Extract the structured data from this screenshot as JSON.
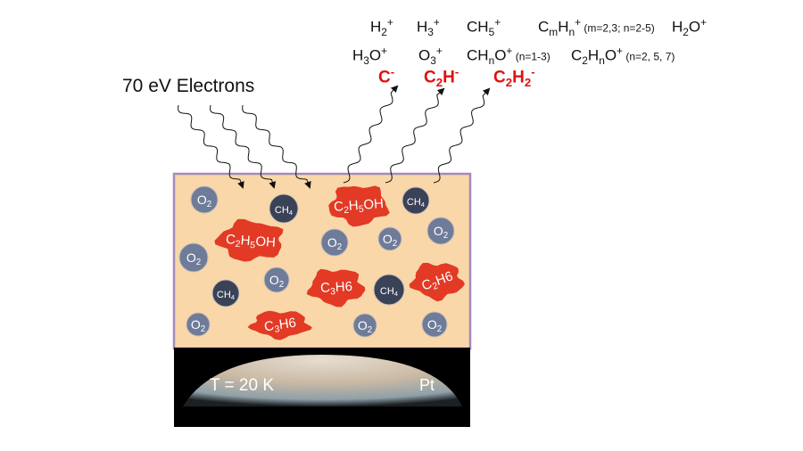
{
  "electrons_label": "70 eV Electrons",
  "cation_rows": [
    [
      [
        [
          "H",
          ""
        ],
        [
          "2",
          "sub"
        ],
        [
          "+",
          "sup"
        ]
      ],
      [
        [
          "H",
          ""
        ],
        [
          "3",
          "sub"
        ],
        [
          "+",
          "sup"
        ]
      ],
      [
        [
          "CH",
          ""
        ],
        [
          "5",
          "sub"
        ],
        [
          "+",
          "sup"
        ]
      ],
      [
        [
          "C",
          ""
        ],
        [
          "m",
          "sub"
        ],
        [
          "H",
          ""
        ],
        [
          "n",
          "sub"
        ],
        [
          "+",
          "sup"
        ],
        [
          " (m=2,3; n=2-5)",
          "note"
        ]
      ],
      [
        [
          "H",
          ""
        ],
        [
          "2",
          "sub"
        ],
        [
          "O",
          ""
        ],
        [
          "+",
          "sup"
        ]
      ]
    ],
    [
      [
        [
          "H",
          ""
        ],
        [
          "3",
          "sub"
        ],
        [
          "O",
          ""
        ],
        [
          "+",
          "sup"
        ]
      ],
      [
        [
          "O",
          ""
        ],
        [
          "3",
          "sub"
        ],
        [
          "+",
          "sup"
        ]
      ],
      [
        [
          "CH",
          ""
        ],
        [
          "n",
          "sub"
        ],
        [
          "O",
          ""
        ],
        [
          "+",
          "sup"
        ],
        [
          " (n=1-3)",
          "note"
        ]
      ],
      [
        [
          "C",
          ""
        ],
        [
          "2",
          "sub"
        ],
        [
          "H",
          ""
        ],
        [
          "n",
          "sub"
        ],
        [
          "O",
          ""
        ],
        [
          "+",
          "sup"
        ],
        [
          " (n=2, 5, 7)",
          "note"
        ]
      ]
    ]
  ],
  "anions": [
    [
      [
        "C",
        ""
      ],
      [
        "-",
        "sup"
      ]
    ],
    [
      [
        "C",
        ""
      ],
      [
        "2",
        "sub"
      ],
      [
        "H",
        ""
      ],
      [
        "-",
        "sup"
      ]
    ],
    [
      [
        "C",
        ""
      ],
      [
        "2",
        "sub"
      ],
      [
        "H",
        ""
      ],
      [
        "2",
        "sub"
      ],
      [
        "-",
        "sup"
      ]
    ]
  ],
  "film": {
    "molecules": [
      {
        "kind": "O2",
        "label": [
          [
            "O",
            ""
          ],
          [
            "2",
            "sub"
          ]
        ]
      },
      {
        "kind": "O2",
        "label": [
          [
            "O",
            ""
          ],
          [
            "2",
            "sub"
          ]
        ]
      },
      {
        "kind": "O2",
        "label": [
          [
            "O",
            ""
          ],
          [
            "2",
            "sub"
          ]
        ]
      },
      {
        "kind": "O2",
        "label": [
          [
            "O",
            ""
          ],
          [
            "2",
            "sub"
          ]
        ]
      },
      {
        "kind": "O2",
        "label": [
          [
            "O",
            ""
          ],
          [
            "2",
            "sub"
          ]
        ]
      },
      {
        "kind": "O2",
        "label": [
          [
            "O",
            ""
          ],
          [
            "2",
            "sub"
          ]
        ]
      },
      {
        "kind": "O2",
        "label": [
          [
            "O",
            ""
          ],
          [
            "2",
            "sub"
          ]
        ]
      },
      {
        "kind": "O2",
        "label": [
          [
            "O",
            ""
          ],
          [
            "2",
            "sub"
          ]
        ]
      },
      {
        "kind": "O2",
        "label": [
          [
            "O",
            ""
          ],
          [
            "2",
            "sub"
          ]
        ]
      },
      {
        "kind": "CH4",
        "label": [
          [
            "CH",
            ""
          ],
          [
            "4",
            "sub"
          ]
        ]
      },
      {
        "kind": "CH4",
        "label": [
          [
            "CH",
            ""
          ],
          [
            "4",
            "sub"
          ]
        ]
      },
      {
        "kind": "CH4",
        "label": [
          [
            "CH",
            ""
          ],
          [
            "4",
            "sub"
          ]
        ]
      },
      {
        "kind": "CH4",
        "label": [
          [
            "CH",
            ""
          ],
          [
            "4",
            "sub"
          ]
        ]
      },
      {
        "kind": "C2H5OH",
        "label": [
          [
            "C",
            ""
          ],
          [
            "2",
            "sub"
          ],
          [
            "H",
            ""
          ],
          [
            "5",
            "sub"
          ],
          [
            "OH",
            ""
          ]
        ]
      },
      {
        "kind": "C2H5OH",
        "label": [
          [
            "C",
            ""
          ],
          [
            "2",
            "sub"
          ],
          [
            "H",
            ""
          ],
          [
            "5",
            "sub"
          ],
          [
            "OH",
            ""
          ]
        ]
      },
      {
        "kind": "C3H6",
        "label": [
          [
            "C",
            ""
          ],
          [
            "3",
            "sub"
          ],
          [
            "H6",
            ""
          ]
        ]
      },
      {
        "kind": "C2H6",
        "label": [
          [
            "C",
            ""
          ],
          [
            "2",
            "sub"
          ],
          [
            "H6",
            ""
          ]
        ]
      },
      {
        "kind": "C3H6",
        "label": [
          [
            "C",
            ""
          ],
          [
            "3",
            "sub"
          ],
          [
            "H6",
            ""
          ]
        ]
      }
    ],
    "temperature_label": "T = 20 K",
    "substrate_label": "Pt"
  },
  "colors": {
    "film": "#fad7a8",
    "film_border": "#a58ab8",
    "o2": "#6e7b99",
    "ch4": "#3a4257",
    "organic": "#e23a25",
    "anion_text": "#e01010"
  }
}
